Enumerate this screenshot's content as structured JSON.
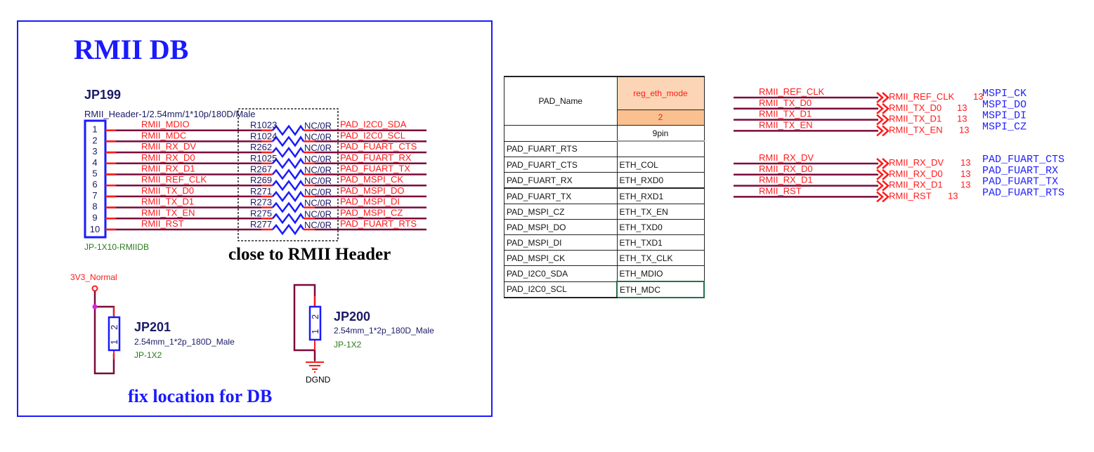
{
  "title": "RMII DB",
  "header": {
    "ref": "JP199",
    "description": "RMII_Header-1/2.54mm/1*10p/180D/Male",
    "footprint": "JP-1X10-RMIIDB",
    "pins": [
      "1",
      "2",
      "3",
      "4",
      "5",
      "6",
      "7",
      "8",
      "9",
      "10"
    ]
  },
  "nets": [
    {
      "net": "RMII_MDIO",
      "res": "R1023",
      "value": "NC/0R",
      "pad": "PAD_I2C0_SDA"
    },
    {
      "net": "RMII_MDC",
      "res": "R1024",
      "value": "NC/0R",
      "pad": "PAD_I2C0_SCL"
    },
    {
      "net": "RMII_RX_DV",
      "res": "R262",
      "value": "NC/0R",
      "pad": "PAD_FUART_CTS"
    },
    {
      "net": "RMII_RX_D0",
      "res": "R1025",
      "value": "NC/0R",
      "pad": "PAD_FUART_RX"
    },
    {
      "net": "RMII_RX_D1",
      "res": "R267",
      "value": "NC/0R",
      "pad": "PAD_FUART_TX"
    },
    {
      "net": "RMII_REF_CLK",
      "res": "R269",
      "value": "NC/0R",
      "pad": "PAD_MSPI_CK"
    },
    {
      "net": "RMII_TX_D0",
      "res": "R271",
      "value": "NC/0R",
      "pad": "PAD_MSPI_DO"
    },
    {
      "net": "RMII_TX_D1",
      "res": "R273",
      "value": "NC/0R",
      "pad": "PAD_MSPI_DI"
    },
    {
      "net": "RMII_TX_EN",
      "res": "R275",
      "value": "NC/0R",
      "pad": "PAD_MSPI_CZ"
    },
    {
      "net": "RMII_RST",
      "res": "R277",
      "value": "NC/0R",
      "pad": "PAD_FUART_RTS"
    }
  ],
  "close_note": "close to RMII Header",
  "power_net": "3V3_Normal",
  "ground_net": "DGND",
  "jp201": {
    "ref": "JP201",
    "description": "2.54mm_1*2p_180D_Male",
    "footprint": "JP-1X2",
    "pin1": "1",
    "pin2": "2"
  },
  "jp200": {
    "ref": "JP200",
    "description": "2.54mm_1*2p_180D_Male",
    "footprint": "JP-1X2",
    "pin1": "1",
    "pin2": "2"
  },
  "fix_note": "fix location for DB",
  "table": {
    "col1_header": "PAD_Name",
    "col2_header": "reg_eth_mode",
    "mode_value": "2",
    "sub_header": "9pin",
    "rows": [
      {
        "pad": "PAD_FUART_RTS",
        "func": ""
      },
      {
        "pad": "PAD_FUART_CTS",
        "func": "ETH_COL"
      },
      {
        "pad": "PAD_FUART_RX",
        "func": "ETH_RXD0"
      },
      {
        "pad": "PAD_FUART_TX",
        "func": "ETH_RXD1"
      },
      {
        "pad": "PAD_MSPI_CZ",
        "func": "ETH_TX_EN"
      },
      {
        "pad": "PAD_MSPI_DO",
        "func": "ETH_TXD0"
      },
      {
        "pad": "PAD_MSPI_DI",
        "func": "ETH_TXD1"
      },
      {
        "pad": "PAD_MSPI_CK",
        "func": "ETH_TX_CLK"
      },
      {
        "pad": "PAD_I2C0_SDA",
        "func": "ETH_MDIO"
      },
      {
        "pad": "PAD_I2C0_SCL",
        "func": "ETH_MDC"
      }
    ]
  },
  "ports": [
    {
      "group": [
        {
          "net": "RMII_REF_CLK",
          "port": "RMII_REF_CLK",
          "sheet": "13",
          "alias": "MSPI_CK"
        },
        {
          "net": "RMII_TX_D0",
          "port": "RMII_TX_D0",
          "sheet": "13",
          "alias": "MSPI_DO"
        },
        {
          "net": "RMII_TX_D1",
          "port": "RMII_TX_D1",
          "sheet": "13",
          "alias": "MSPI_DI"
        },
        {
          "net": "RMII_TX_EN",
          "port": "RMII_TX_EN",
          "sheet": "13",
          "alias": "MSPI_CZ"
        }
      ]
    },
    {
      "group": [
        {
          "net": "RMII_RX_DV",
          "port": "RMII_RX_DV",
          "sheet": "13",
          "alias": "PAD_FUART_CTS"
        },
        {
          "net": "RMII_RX_D0",
          "port": "RMII_RX_D0",
          "sheet": "13",
          "alias": "PAD_FUART_RX"
        },
        {
          "net": "RMII_RX_D1",
          "port": "RMII_RX_D1",
          "sheet": "13",
          "alias": "PAD_FUART_TX"
        },
        {
          "net": "RMII_RST",
          "port": "RMII_RST",
          "sheet": "13",
          "alias": "PAD_FUART_RTS"
        }
      ]
    }
  ],
  "colors": {
    "frame": "#1a1aff",
    "wire": "#7a0a3a",
    "net_label": "#ff1a1a",
    "table_header": "#fbd5b5",
    "table_value": "#fac090"
  }
}
